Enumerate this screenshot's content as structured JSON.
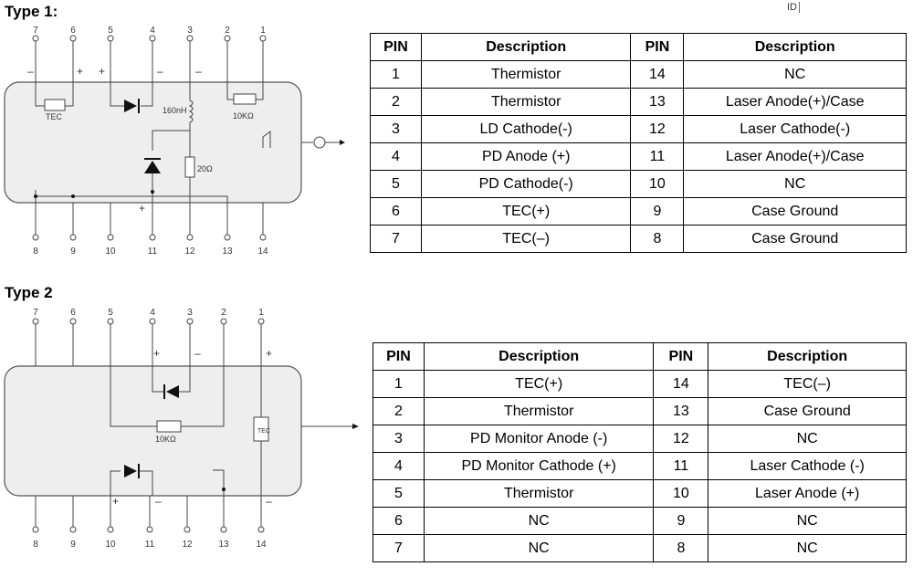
{
  "type1": {
    "heading": "Type 1:",
    "diagram_labels": {
      "top_pins": [
        "7",
        "6",
        "5",
        "4",
        "3",
        "2",
        "1"
      ],
      "bottom_pins": [
        "8",
        "9",
        "10",
        "11",
        "12",
        "13",
        "14"
      ],
      "tec": "TEC",
      "inductor": "160nH",
      "thermistor": "10KΩ",
      "resistor": "20Ω",
      "plus": "+",
      "minus": "–"
    },
    "table": {
      "headers": [
        "PIN",
        "Description",
        "PIN",
        "Description"
      ],
      "rows": [
        [
          "1",
          "Thermistor",
          "14",
          "NC"
        ],
        [
          "2",
          "Thermistor",
          "13",
          "Laser Anode(+)/Case"
        ],
        [
          "3",
          "LD Cathode(-)",
          "12",
          "Laser Cathode(-)"
        ],
        [
          "4",
          "PD Anode (+)",
          "11",
          "Laser Anode(+)/Case"
        ],
        [
          "5",
          "PD Cathode(-)",
          "10",
          "NC"
        ],
        [
          "6",
          "TEC(+)",
          "9",
          "Case Ground"
        ],
        [
          "7",
          "TEC(–)",
          "8",
          "Case Ground"
        ]
      ]
    }
  },
  "type2": {
    "heading": "Type 2",
    "diagram_labels": {
      "top_pins": [
        "7",
        "6",
        "5",
        "4",
        "3",
        "2",
        "1"
      ],
      "bottom_pins": [
        "8",
        "9",
        "10",
        "11",
        "12",
        "13",
        "14"
      ],
      "tec": "TEC",
      "thermistor": "10KΩ",
      "plus": "+",
      "minus": "–"
    },
    "table": {
      "headers": [
        "PIN",
        "Description",
        "PIN",
        "Description"
      ],
      "rows": [
        [
          "1",
          "TEC(+)",
          "14",
          "TEC(–)"
        ],
        [
          "2",
          "Thermistor",
          "13",
          "Case Ground"
        ],
        [
          "3",
          "PD Monitor Anode (-)",
          "12",
          "NC"
        ],
        [
          "4",
          "PD Monitor Cathode (+)",
          "11",
          "Laser Cathode (-)"
        ],
        [
          "5",
          "Thermistor",
          "10",
          "Laser Anode (+)"
        ],
        [
          "6",
          "NC",
          "9",
          "NC"
        ],
        [
          "7",
          "NC",
          "8",
          "NC"
        ]
      ]
    }
  },
  "corner_mark": "ID"
}
